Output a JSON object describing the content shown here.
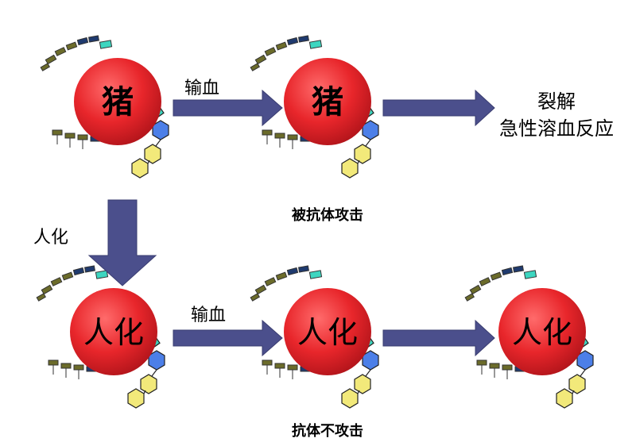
{
  "cells": {
    "pig_source": {
      "label": "猪"
    },
    "pig_recipient": {
      "label": "猪"
    },
    "human_source": {
      "label": "人化"
    },
    "human_recipient": {
      "label": "人化"
    },
    "human_result": {
      "label": "人化"
    }
  },
  "arrows": {
    "transfusion_top": {
      "label": "输血"
    },
    "transfusion_bottom": {
      "label": "输血"
    },
    "humanize": {
      "label": "人化"
    }
  },
  "captions": {
    "attacked": "被抗体攻击",
    "not_attacked": "抗体不攻击"
  },
  "outcome": {
    "line1": "裂解",
    "line2": "急性溶血反应"
  },
  "colors": {
    "cell_red": "#e8262b",
    "arrow_fill": "#4b4f8c",
    "antigen_olive": "#6b6b2a",
    "antigen_navy": "#1f3a6e",
    "antigen_teal": "#3dd6c0",
    "antigen_blue": "#4c7fe8",
    "antigen_yellow": "#f2e97a"
  }
}
